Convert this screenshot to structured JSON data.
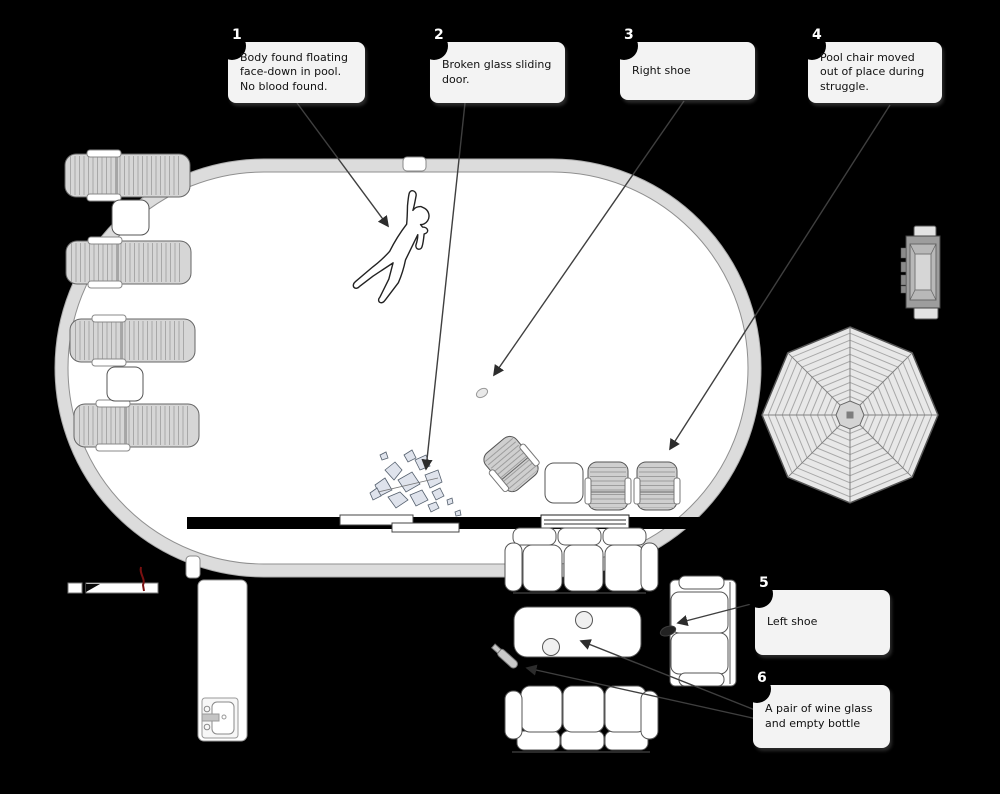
{
  "callouts": [
    {
      "number": "1",
      "text": "Body found floating face-down in pool. No blood found."
    },
    {
      "number": "2",
      "text": "Broken glass sliding door."
    },
    {
      "number": "3",
      "text": "Right shoe"
    },
    {
      "number": "4",
      "text": "Pool chair moved out of place during struggle."
    },
    {
      "number": "5",
      "text": "Left shoe"
    },
    {
      "number": "6",
      "text": "A pair of wine glass and empty bottle"
    }
  ],
  "colors": {
    "background": "#000000",
    "pool_water": "#ffffff",
    "pool_border": "#dcdcdc",
    "callout_background": "#f3f3f3",
    "callout_number_background": "#000000",
    "furniture_gray": "#d6d6d6",
    "glass_shard": "#dfe3ec",
    "red_mark": "#7a1010",
    "connector_line": "#3f3f3f"
  }
}
